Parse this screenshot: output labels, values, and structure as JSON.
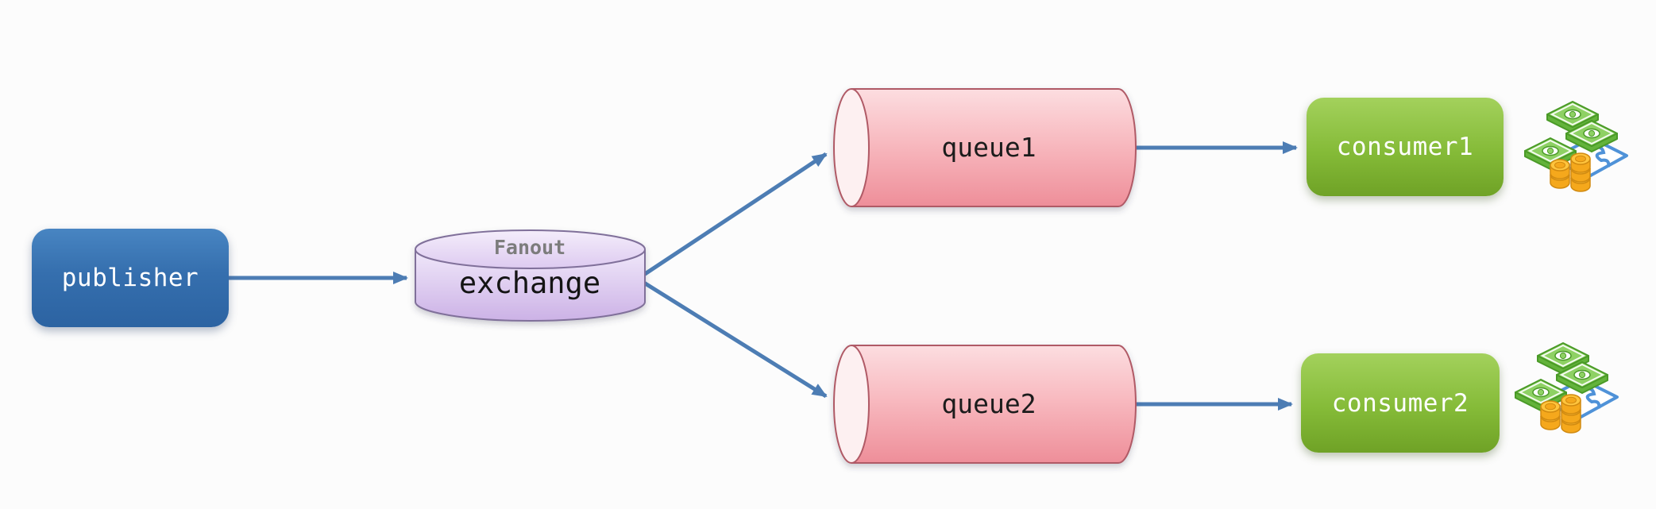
{
  "diagram": {
    "background_color": "#fcfcfc",
    "arrow_color": "#4d7db4",
    "publisher": {
      "label": "publisher",
      "color": "#356fae"
    },
    "exchange": {
      "type_label": "Fanout",
      "label": "exchange",
      "color": "#d7c3ee"
    },
    "queue1": {
      "label": "queue1",
      "color": "#f6a3ab"
    },
    "queue2": {
      "label": "queue2",
      "color": "#f6a3ab"
    },
    "consumer1": {
      "label": "consumer1",
      "color": "#84ba37",
      "icon": "money-cash-icon"
    },
    "consumer2": {
      "label": "consumer2",
      "color": "#84ba37",
      "icon": "money-cash-icon"
    },
    "edges": [
      {
        "from": "publisher",
        "to": "exchange"
      },
      {
        "from": "exchange",
        "to": "queue1"
      },
      {
        "from": "exchange",
        "to": "queue2"
      },
      {
        "from": "queue1",
        "to": "consumer1"
      },
      {
        "from": "queue2",
        "to": "consumer2"
      }
    ]
  }
}
